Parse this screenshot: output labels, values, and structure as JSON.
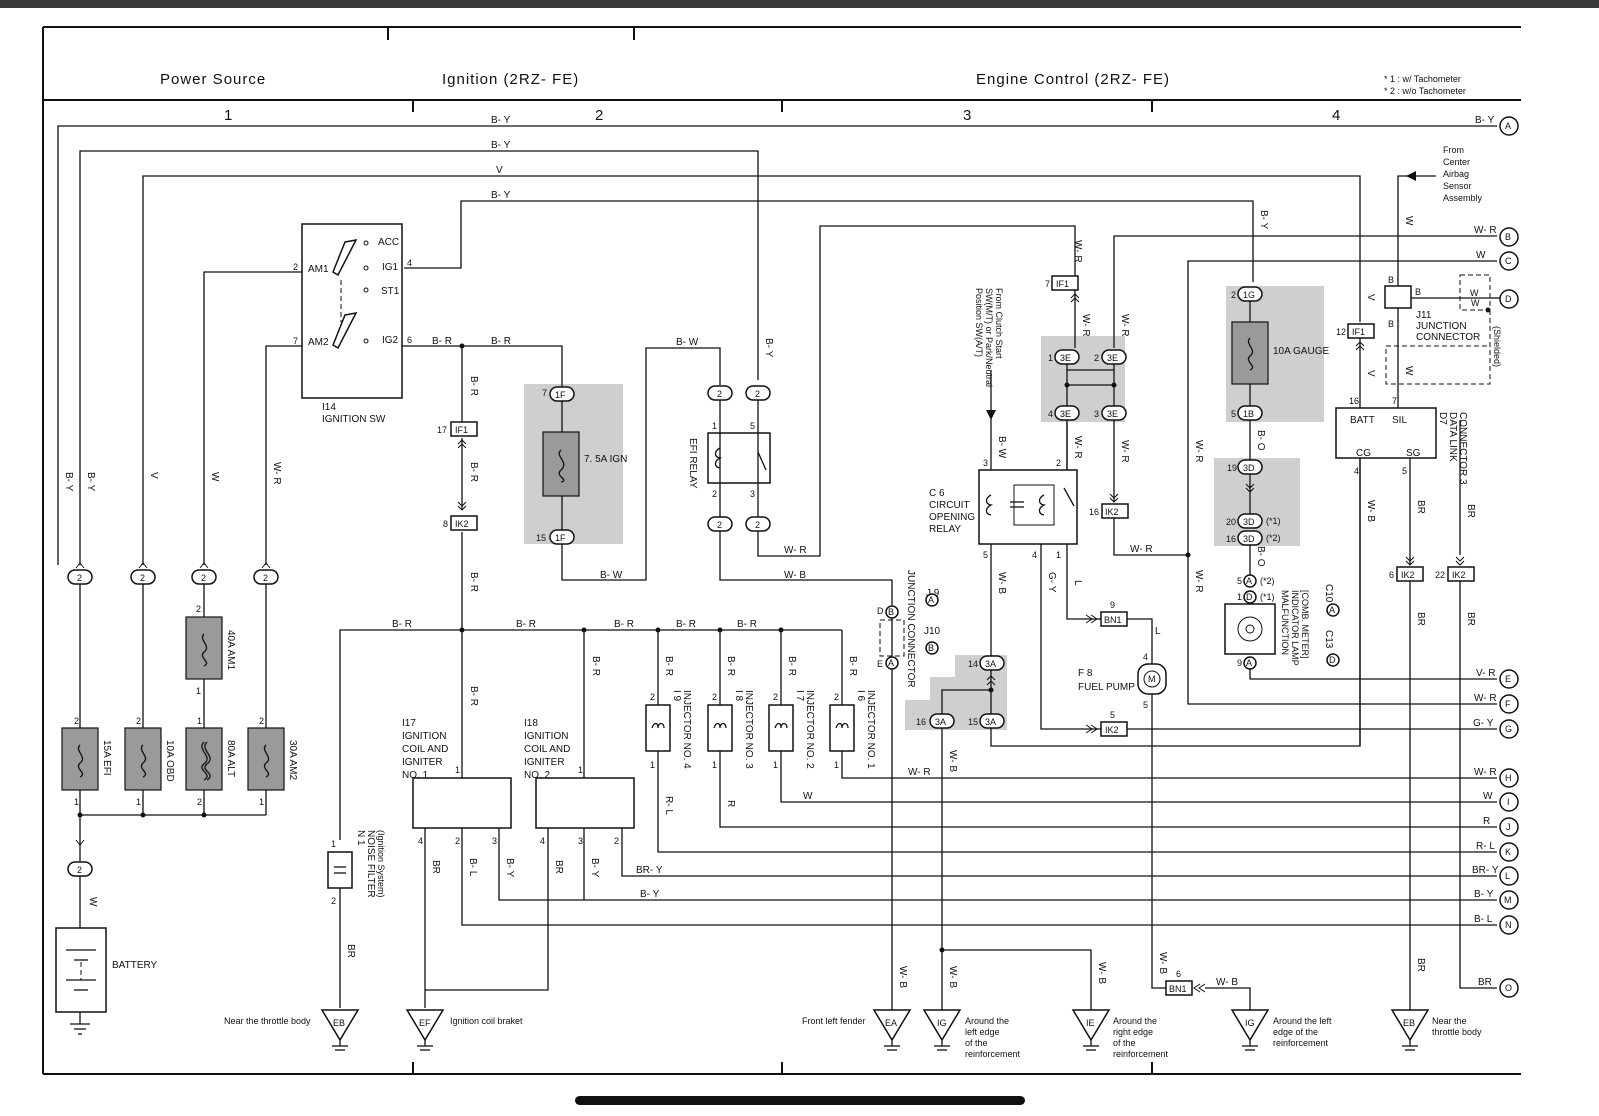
{
  "headers": {
    "power_source": "Power Source",
    "ignition": "Ignition (2RZ- FE)",
    "engine_control": "Engine Control (2RZ- FE)",
    "note1": "* 1 : w/ Tachometer",
    "note2": "* 2 : w/o Tachometer"
  },
  "columns": [
    "1",
    "2",
    "3",
    "4"
  ],
  "fuses": {
    "efi": "15A EFI",
    "obd": "10A OBD",
    "alt": "80A ALT",
    "am2": "30A AM2",
    "am1": "40A AM1",
    "ign": "7. 5A IGN",
    "gauge": "10A GAUGE"
  },
  "ignition_switch": {
    "id": "I14",
    "name": "IGNITION SW",
    "acc": "ACC",
    "ig1": "IG1",
    "st1": "ST1",
    "ig2": "IG2",
    "am1": "AM1",
    "am2": "AM2"
  },
  "battery": "BATTERY",
  "noise_filter": {
    "id": "N 1",
    "name": "NOISE FILTER",
    "sub": "(Ignition System)"
  },
  "coil1": {
    "id": "I17",
    "l1": "IGNITION",
    "l2": "COIL AND",
    "l3": "IGNITER",
    "l4": "NO. 1"
  },
  "coil2": {
    "id": "I18",
    "l1": "IGNITION",
    "l2": "COIL AND",
    "l3": "IGNITER",
    "l4": "NO. 2"
  },
  "injectors": [
    {
      "id": "I 9",
      "name": "INJECTOR NO. 4"
    },
    {
      "id": "I 8",
      "name": "INJECTOR NO. 3"
    },
    {
      "id": "I 7",
      "name": "INJECTOR NO. 2"
    },
    {
      "id": "I 6",
      "name": "INJECTOR NO. 1"
    }
  ],
  "efi_relay": "EFI RELAY",
  "circuit_relay": {
    "id": "C 6",
    "l1": "CIRCUIT",
    "l2": "OPENING",
    "l3": "RELAY"
  },
  "fuel_pump": {
    "id": "F 8",
    "name": "FUEL PUMP",
    "m": "M"
  },
  "junction_connector": {
    "name": "JUNCTION CONNECTOR",
    "j9": "J 9",
    "j10": "J10"
  },
  "j11": {
    "id": "J11",
    "l1": "JUNCTION",
    "l2": "CONNECTOR",
    "shielded": "(Shielded)"
  },
  "dlc": {
    "id": "D7",
    "l1": "DATA LINK",
    "l2": "CONNECTOR 3",
    "batt": "BATT",
    "sil": "SIL",
    "cg": "CG",
    "sg": "SG"
  },
  "combo_meter": {
    "l1": "MALFUNCTION",
    "l2": "INDICATOR LAMP",
    "l3": "[COMB. METER]",
    "c10": "C10",
    "c13": "C13"
  },
  "from_airbag": [
    "From",
    "Center",
    "Airbag",
    "Sensor",
    "Assembly"
  ],
  "from_clutch": [
    "From Clutch Start",
    "SW(M/T) or Park/Neutral",
    "Position SW(A/T)"
  ],
  "connectors": {
    "IF1": "IF1",
    "IK2": "IK2",
    "BN1": "BN1",
    "1F": "1F",
    "3E": "3E",
    "3A": "3A",
    "1G": "1G",
    "1B": "1B",
    "3D": "3D",
    "A": "A",
    "B": "B",
    "D": "D",
    "E": "E",
    "two": "2",
    "s1": "(*1)",
    "s2": "(*2)"
  },
  "grounds": [
    {
      "code": "EB",
      "note": "Near the throttle body"
    },
    {
      "code": "EF",
      "note": "Ignition coil braket"
    },
    {
      "code": "EA",
      "note": "Front left fender"
    },
    {
      "code": "IG",
      "note1": "Around the",
      "note2": "left edge",
      "note3": "of the",
      "note4": "reinforcement"
    },
    {
      "code": "IE",
      "note1": "Around the",
      "note2": "right edge",
      "note3": "of the",
      "note4": "reinforcement"
    },
    {
      "code": "IG",
      "note1": "Around the left",
      "note2": "edge of the",
      "note3": "reinforcement"
    },
    {
      "code": "EB",
      "note1": "Near the",
      "note2": "throttle body"
    }
  ],
  "outputs": [
    {
      "letter": "A",
      "wire": "B- Y"
    },
    {
      "letter": "B",
      "wire": "W- R"
    },
    {
      "letter": "C",
      "wire": "W"
    },
    {
      "letter": "D",
      "wire": "W"
    },
    {
      "letter": "E",
      "wire": "V- R"
    },
    {
      "letter": "F",
      "wire": "W- R"
    },
    {
      "letter": "G",
      "wire": "G- Y"
    },
    {
      "letter": "H",
      "wire": "W- R"
    },
    {
      "letter": "I",
      "wire": "W"
    },
    {
      "letter": "J",
      "wire": "R"
    },
    {
      "letter": "K",
      "wire": "R- L"
    },
    {
      "letter": "L",
      "wire": "BR- Y"
    },
    {
      "letter": "M",
      "wire": "B- Y"
    },
    {
      "letter": "N",
      "wire": "B- L"
    },
    {
      "letter": "O",
      "wire": "BR"
    }
  ],
  "wire_colors": {
    "BY": "B- Y",
    "V": "V",
    "W": "W",
    "WR": "W- R",
    "BR": "B- R",
    "BW": "B- W",
    "WB": "W- B",
    "GY": "G- Y",
    "L": "L",
    "BO": "B- O",
    "BRY": "BR- Y",
    "BL": "B- L",
    "RL": "R- L",
    "R": "R",
    "BRw": "BR"
  },
  "pins": {
    "p1": "1",
    "p2": "2",
    "p3": "3",
    "p4": "4",
    "p5": "5",
    "p6": "6",
    "p7": "7",
    "p8": "8",
    "p9": "9",
    "p12": "12",
    "p14": "14",
    "p15": "15",
    "p16": "16",
    "p17": "17",
    "p19": "19",
    "p20": "20",
    "p22": "22"
  }
}
